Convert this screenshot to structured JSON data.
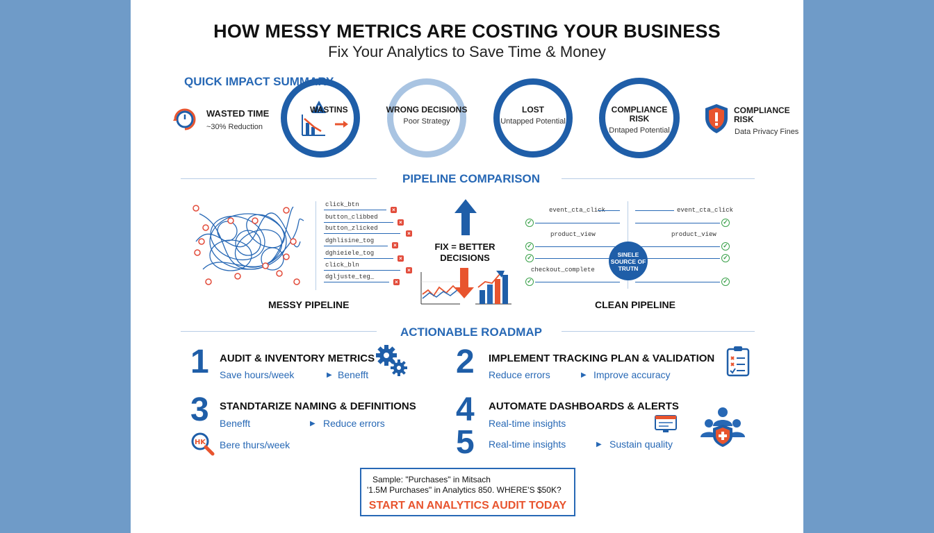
{
  "header": {
    "title": "HOW MESSY METRICS ARE COSTING YOUR BUSINESS",
    "subtitle": "Fix Your Analytics to Save Time & Money"
  },
  "impact": {
    "heading": "QUICK IMPACT SUMMARY",
    "wasted": {
      "title": "WASTED TIME",
      "sub": "~30% Reduction"
    },
    "circles": [
      {
        "title": "WASTINS",
        "sub": ""
      },
      {
        "title": "WRONG DECISIONS",
        "sub": "Poor Strategy"
      },
      {
        "title": "LOST",
        "sub": "Untapped Potential"
      },
      {
        "title": "COMPLIANCE RISK",
        "sub": "Dntaped Potential"
      }
    ],
    "compliance": {
      "title": "COMPLIANCE RISK",
      "sub": "Data Privacy Fines"
    }
  },
  "pipeline": {
    "heading": "PIPELINE COMPARISON",
    "messy_tags": [
      "click_btn",
      "button_clibbed",
      "button_zlicked",
      "dghlisine_tog",
      "dghieiele_tog",
      "click_bln",
      "dgljuste_teg_"
    ],
    "fix_label": "FIX = BETTER DECISIONS",
    "clean_left": [
      "event_cta_click",
      "product_view",
      "checkout_complete"
    ],
    "clean_right": [
      "event_cta_click",
      "product_view"
    ],
    "hub": "SINELE SOURCE OF TRUTN",
    "messy_label": "MESSY PIPELINE",
    "clean_label": "CLEAN PIPELINE"
  },
  "roadmap": {
    "heading": "ACTIONABLE ROADMAP",
    "steps": [
      {
        "num": "1",
        "title": "AUDIT & INVENTORY METRICS",
        "left": "Save hours/week",
        "right": "Benefft"
      },
      {
        "num": "2",
        "title": "IMPLEMENT TRACKING PLAN & VALIDATION",
        "left": "Reduce errors",
        "right": "Improve accuracy"
      },
      {
        "num": "3",
        "title": "STANDTARIZE NAMING & DEFINITIONS",
        "left": "Benefft",
        "right": "Reduce errors",
        "extra": "Bere thurs/week"
      },
      {
        "num": "4",
        "title": "AUTOMATE DASHBOARDS & ALERTS",
        "left": "Real-time insights",
        "right": ""
      },
      {
        "num": "5",
        "title": "",
        "left": "Real-time insights",
        "right": "Sustain quality"
      }
    ]
  },
  "cta": {
    "line1": "Sample: \"Purchases\" in Mitsach",
    "line2": "'1.5M  Purchases\" in Analytics 850. WHERE'S $50K?",
    "button": "START AN ANALYTICS AUDIT TODAY"
  },
  "colors": {
    "accent": "#2768b5",
    "alert": "#e8542e",
    "ok": "#3aa14a",
    "background": "#6f9bc8"
  }
}
